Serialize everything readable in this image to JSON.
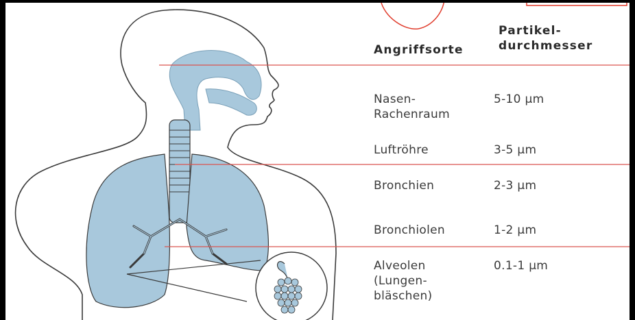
{
  "header": {
    "site_label": "Angriffsorte",
    "size_label": "Partikel-\ndurchmesser"
  },
  "rows": [
    {
      "site": "Nasen-\nRachenraum",
      "size": "5-10 µm"
    },
    {
      "site": "Luftröhre",
      "size": "3-5 µm"
    },
    {
      "site": "Bronchien",
      "size": "2-3 µm"
    },
    {
      "site": "Bronchiolen",
      "size": "1-2 µm"
    },
    {
      "site": "Alveolen\n(Lungen-\nbläschen)",
      "size": "0.1-1 µm"
    }
  ],
  "colors": {
    "organ_fill": "#a8c8dc",
    "organ_light": "#c5dbe8",
    "outline": "#3a3a3a",
    "leader_line": "#d9534f",
    "frame": "#000000",
    "annotation": "#e03c2c"
  }
}
